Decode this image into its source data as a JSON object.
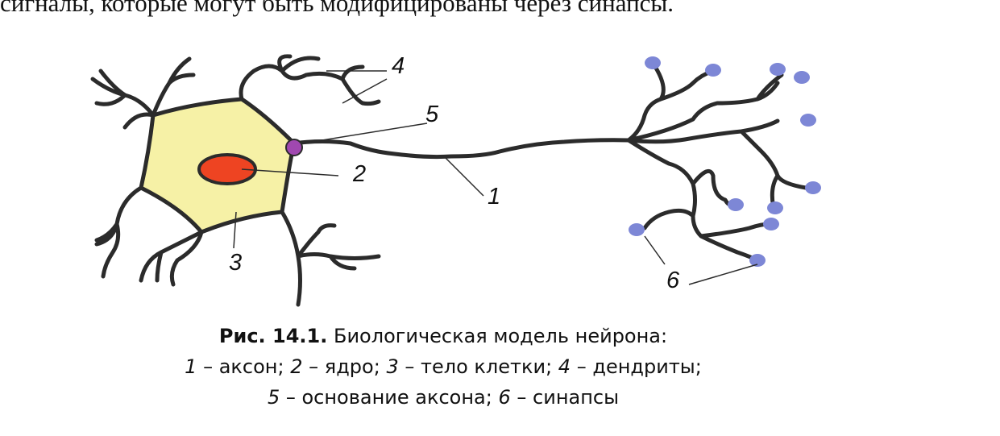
{
  "page_text": {
    "intro_fragment": "сигналы, которые могут быть модифицированы через синапсы."
  },
  "figure": {
    "labels": {
      "l1": "1",
      "l2": "2",
      "l3": "3",
      "l4": "4",
      "l5": "5",
      "l6": "6"
    },
    "colors": {
      "cell_body": "#f6f1a6",
      "nucleus": "#ee4422",
      "axon_hillock": "#a048b0",
      "synapse": "#7d87d6",
      "lines": "#2b2b2b"
    }
  },
  "caption": {
    "prefix": "Рис. 14.1.",
    "title": "Биологическая модель нейрона:",
    "items": [
      {
        "num": "1",
        "text": "– аксон;"
      },
      {
        "num": "2",
        "text": "– ядро;"
      },
      {
        "num": "3",
        "text": "– тело клетки;"
      },
      {
        "num": "4",
        "text": "– дендриты;"
      },
      {
        "num": "5",
        "text": "– основание аксона;"
      },
      {
        "num": "6",
        "text": "– синапсы"
      }
    ]
  }
}
